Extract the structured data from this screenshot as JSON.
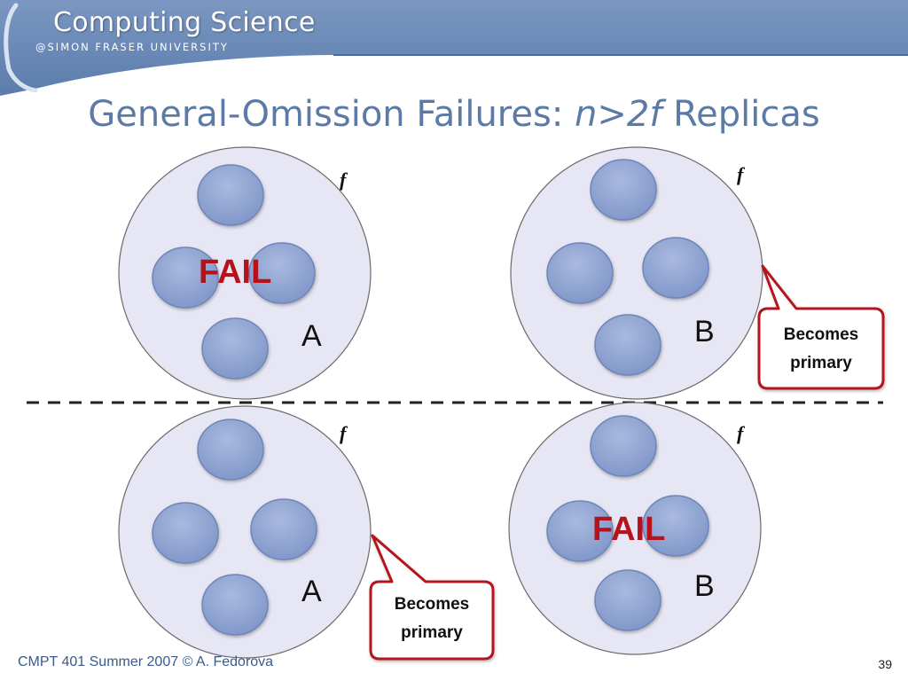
{
  "header": {
    "brand": "Computing Science",
    "subbrand": "@SIMON FRASER UNIVERSITY",
    "color": "#5d7fad"
  },
  "title": {
    "prefix": "General-Omission Failures: ",
    "formula": "n>2f",
    "suffix": " Replicas"
  },
  "panels": [
    {
      "group": "A",
      "f_label": "f",
      "fail_label": "FAIL"
    },
    {
      "group": "B",
      "f_label": "f",
      "callout": [
        "Becomes",
        "primary"
      ]
    },
    {
      "group": "A",
      "f_label": "f",
      "callout": [
        "Becomes",
        "primary"
      ]
    },
    {
      "group": "B",
      "f_label": "f",
      "fail_label": "FAIL"
    }
  ],
  "footer": {
    "course": "CMPT 401 Summer 2007  © A. Fedorova",
    "page": "39"
  },
  "colors": {
    "circle_fill": "#e6e6f4",
    "node_fill": "#8ea3d2",
    "fail": "#b5121b",
    "callout_border": "#b5121b",
    "title": "#5b7aa6"
  }
}
